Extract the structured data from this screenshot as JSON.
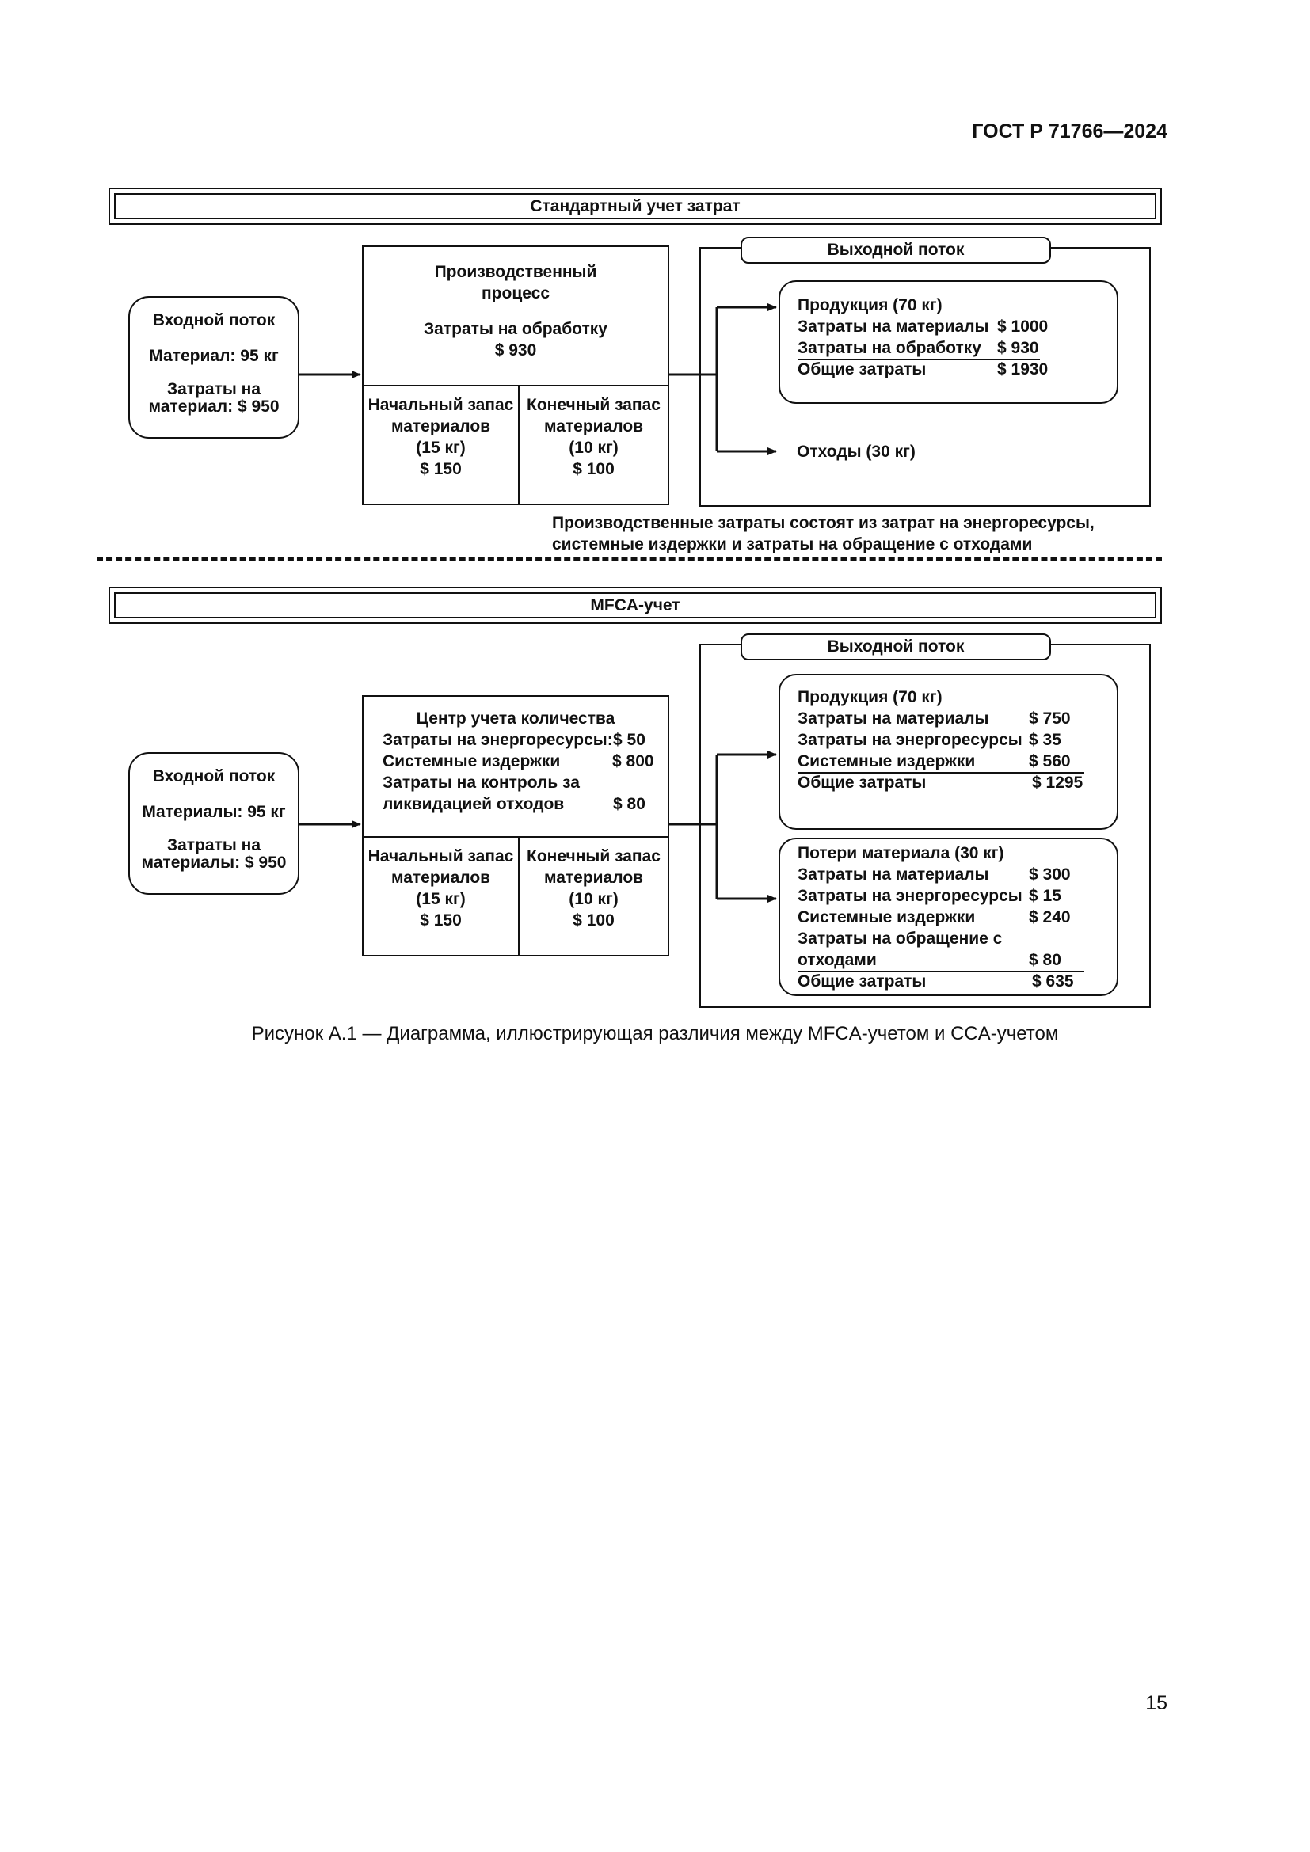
{
  "header": {
    "code": "ГОСТ Р 71766—2024"
  },
  "standard": {
    "band_title": "Стандартный учет затрат",
    "input": {
      "title": "Входной поток",
      "material": "Материал: 95 кг",
      "cost_line1": "Затраты на",
      "cost_line2": "материал: $ 950"
    },
    "process": {
      "title_line1": "Производственный",
      "title_line2": "процесс",
      "cost_label": "Затраты на обработку",
      "cost_value": "$ 930"
    },
    "initial_stock": {
      "line1": "Начальный запас",
      "line2": "материалов",
      "qty": "(15 кг)",
      "value": "$ 150"
    },
    "final_stock": {
      "line1": "Конечный запас",
      "line2": "материалов",
      "qty": "(10 кг)",
      "value": "$ 100"
    },
    "output_tab": "Выходной поток",
    "product": {
      "title": "Продукция (70 кг)",
      "rows": [
        {
          "label": "Затраты на материалы",
          "value": "$ 1000"
        },
        {
          "label": "Затраты на обработку",
          "value": "$ 930"
        },
        {
          "label": "Общие затраты",
          "value": "$ 1930"
        }
      ]
    },
    "waste": "Отходы (30 кг)",
    "note_line1": "Производственные затраты состоят из затрат на энергоресурсы,",
    "note_line2": "системные издержки и затраты на обращение с отходами"
  },
  "mfca": {
    "band_title": "MFCA-учет",
    "input": {
      "title": "Входной поток",
      "material": "Материалы: 95 кг",
      "cost_line1": "Затраты на",
      "cost_line2": "материалы: $ 950"
    },
    "center": {
      "title": "Центр учета количества",
      "energy_label": "Затраты на энергоресурсы:",
      "energy_value": "$ 50",
      "system_label": "Системные издержки",
      "system_value": "$ 800",
      "waste_label1": "Затраты на контроль за",
      "waste_label2": "ликвидацией отходов",
      "waste_value": "$ 80"
    },
    "initial_stock": {
      "line1": "Начальный запас",
      "line2": "материалов",
      "qty": "(15 кг)",
      "value": "$ 150"
    },
    "final_stock": {
      "line1": "Конечный запас",
      "line2": "материалов",
      "qty": "(10 кг)",
      "value": "$ 100"
    },
    "output_tab": "Выходной поток",
    "product": {
      "title": "Продукция (70 кг)",
      "rows": [
        {
          "label": "Затраты на материалы",
          "value": "$ 750"
        },
        {
          "label": "Затраты на энергоресурсы",
          "value": "$ 35"
        },
        {
          "label": "Системные издержки",
          "value": "$ 560"
        },
        {
          "label": "Общие затраты",
          "value": "$ 1295"
        }
      ]
    },
    "loss": {
      "title": "Потери материала (30 кг)",
      "rows": [
        {
          "label": "Затраты на материалы",
          "value": "$ 300"
        },
        {
          "label": "Затраты на энергоресурсы",
          "value": "$ 15"
        },
        {
          "label": "Системные издержки",
          "value": "$ 240"
        },
        {
          "label": "Затраты на обращение с",
          "value": ""
        },
        {
          "label": "отходами",
          "value": "$ 80"
        },
        {
          "label": "Общие затраты",
          "value": "$ 635"
        }
      ]
    }
  },
  "caption": "Рисунок А.1  — Диаграмма, иллюстрирующая различия между MFCA-учетом и CCA-учетом",
  "page_number": "15"
}
